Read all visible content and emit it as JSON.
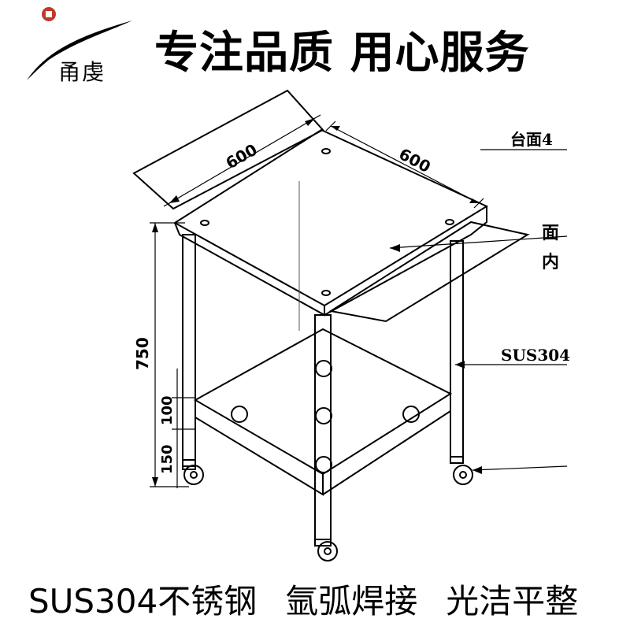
{
  "header": {
    "brand": "甬虔",
    "headline": "专注品质  用心服务"
  },
  "diagram": {
    "dimensions": {
      "top_left_width": "600",
      "top_right_depth": "600",
      "total_height": "750",
      "shelf_gap": "100",
      "shelf_height": "150"
    },
    "callouts": {
      "tabletop": "台面4",
      "surface_top": "面",
      "surface_bottom": "内",
      "material": "SUS304"
    }
  },
  "footer": {
    "items": [
      "SUS304不锈钢",
      "氩弧焊接",
      "光洁平整"
    ]
  },
  "colors": {
    "ink": "#000000",
    "logo_red": "#c0392b",
    "background": "#ffffff"
  }
}
